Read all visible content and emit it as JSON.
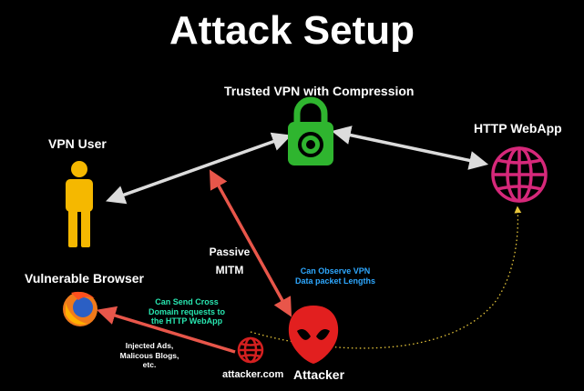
{
  "title": "Attack Setup",
  "nodes": {
    "vpn": {
      "label": "Trusted VPN with Compression",
      "icon": "padlock-icon"
    },
    "user": {
      "label": "VPN User",
      "icon": "person-icon"
    },
    "webapp": {
      "label": "HTTP WebApp",
      "icon": "globe-icon"
    },
    "browser": {
      "label": "Vulnerable Browser",
      "icon": "firefox-icon"
    },
    "attacker": {
      "label": "Attacker",
      "icon": "alien-icon"
    },
    "attacker_site": {
      "label": "attacker.com",
      "icon": "globe-icon"
    }
  },
  "annotations": {
    "mitm_line1": "Passive",
    "mitm_line2": "MITM",
    "observe_line1": "Can Observe VPN",
    "observe_line2": "Data packet Lengths",
    "cross_line1": "Can Send Cross",
    "cross_line2": "Domain requests to",
    "cross_line3": "the HTTP WebApp",
    "ads_line1": "Injected Ads,",
    "ads_line2": "Malicous Blogs,",
    "ads_line3": "etc."
  },
  "colors": {
    "background": "#000000",
    "text": "#ffffff",
    "tunnel_arrow": "#dcdcdc",
    "attack_arrow": "#e8564a",
    "dotted_arrow": "#e6c53a",
    "padlock": "#2fb52f",
    "person": "#f5b800",
    "webapp_globe": "#d6287a",
    "alien": "#e21f1f",
    "site_globe": "#d42020",
    "observe_text": "#2ea8ff",
    "cross_text": "#28e6b0"
  }
}
